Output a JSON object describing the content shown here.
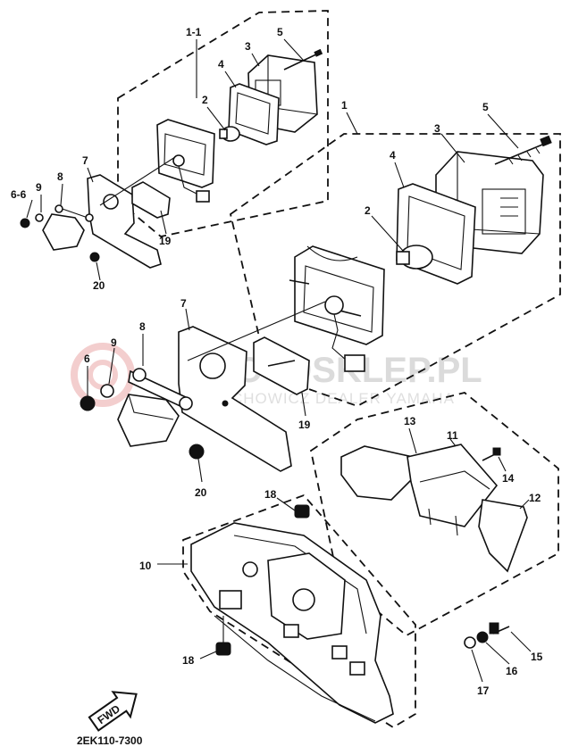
{
  "diagram": {
    "code": "2EK110-7300",
    "fwd_label": "FWD",
    "watermark": {
      "main": "MOTOSKLEP.PL",
      "sub": "CICHOWICZ DEALER YAMAHA"
    },
    "labels": {
      "a1_1": "1-1",
      "a5": "5",
      "a3": "3",
      "a4": "4",
      "a2": "2",
      "a7": "7",
      "a8": "8",
      "a9": "9",
      "a6_6": "6-6",
      "a19": "19",
      "a20": "20",
      "b1": "1",
      "b5": "5",
      "b3": "3",
      "b4": "4",
      "b2": "2",
      "b7": "7",
      "b8": "8",
      "b9": "9",
      "b6": "6",
      "b19": "19",
      "b20": "20",
      "c13": "13",
      "c11": "11",
      "c14": "14",
      "c12": "12",
      "c18a": "18",
      "c10": "10",
      "c18b": "18",
      "c15": "15",
      "c16": "16",
      "c17": "17"
    }
  }
}
